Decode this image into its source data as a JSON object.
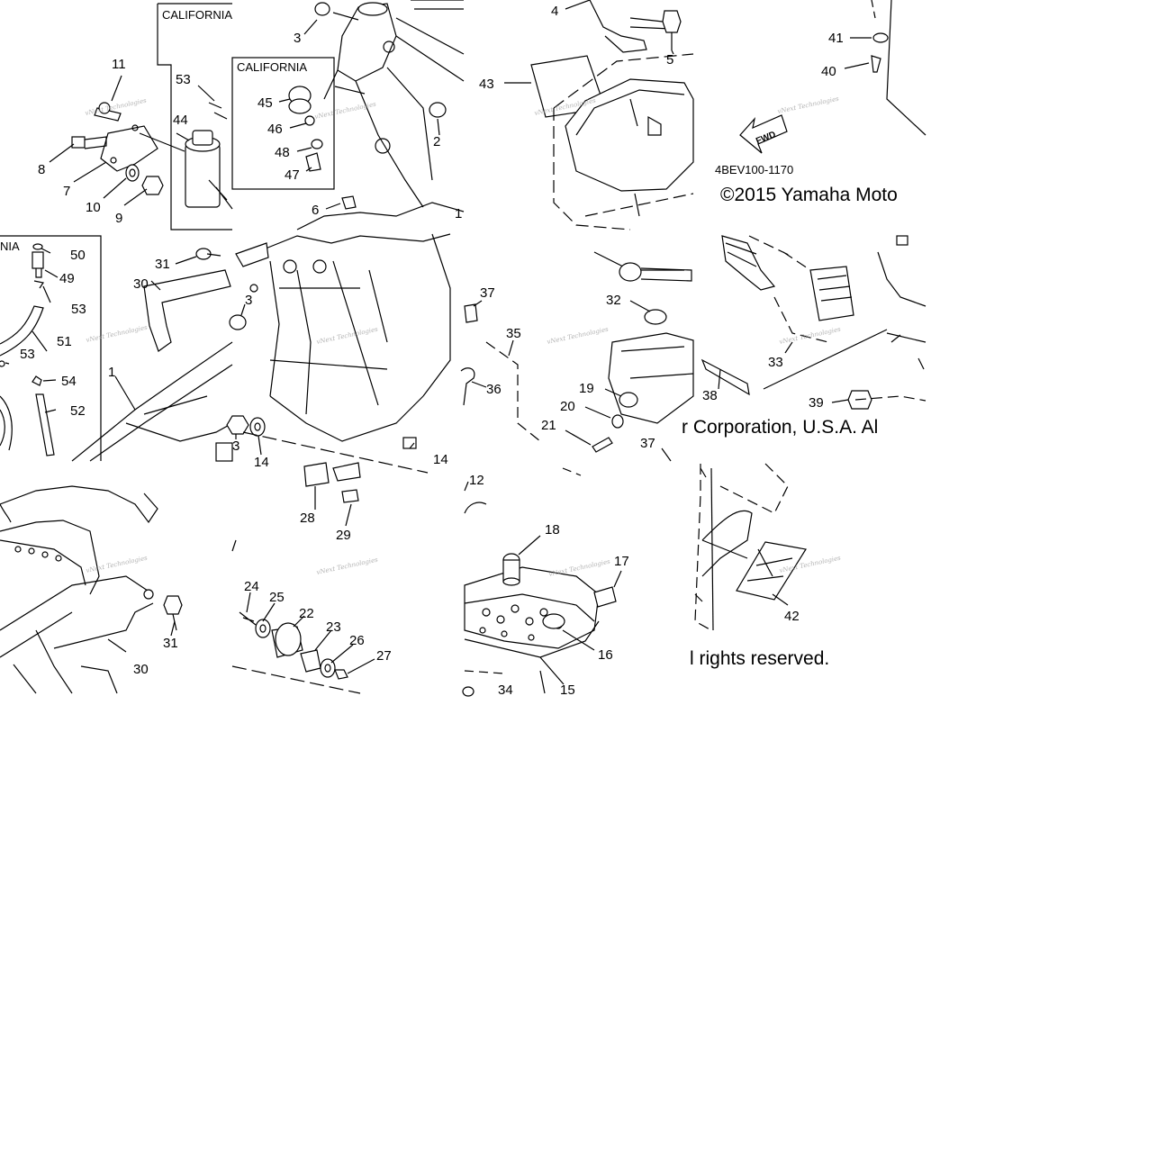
{
  "tiles": [
    {
      "id": "r0c0",
      "labels": [
        "11",
        "53",
        "44",
        "8",
        "7",
        "10",
        "9"
      ],
      "boxes": [
        {
          "title": "CALIFORNIA"
        }
      ],
      "watermark": "vNext Technologies"
    },
    {
      "id": "r0c1",
      "labels": [
        "3",
        "45",
        "46",
        "48",
        "47",
        "2",
        "6",
        "1"
      ],
      "boxes": [
        {
          "title": "CALIFORNIA"
        }
      ],
      "watermark": "vNext Technologies"
    },
    {
      "id": "r0c2",
      "labels": [
        "4",
        "5",
        "43"
      ],
      "watermark": "vNext Technologies"
    },
    {
      "id": "r0c3",
      "labels": [
        "41",
        "40"
      ],
      "fwd_label": "FWD",
      "diagram_code": "4BEV100-1170",
      "copyright": "©2015 Yamaha Moto",
      "watermark": "vNext Technologies"
    },
    {
      "id": "r1c0",
      "labels": [
        "50",
        "49",
        "53",
        "51",
        "53",
        "54",
        "52",
        "31",
        "30",
        "1"
      ],
      "boxes": [
        {
          "title": "NIA"
        }
      ],
      "watermark": "vNext Technologies"
    },
    {
      "id": "r1c1",
      "labels": [
        "3",
        "3",
        "14",
        "14"
      ],
      "watermark": "vNext Technologies"
    },
    {
      "id": "r1c2",
      "labels": [
        "37",
        "35",
        "36",
        "32",
        "19",
        "20",
        "21",
        "37"
      ],
      "watermark": "vNext Technologies"
    },
    {
      "id": "r1c3",
      "labels": [
        "33",
        "38",
        "39"
      ],
      "copyright": "r Corporation, U.S.A. Al",
      "watermark": "vNext Technologies"
    },
    {
      "id": "r2c0",
      "labels": [
        "31",
        "30"
      ],
      "watermark": "vNext Technologies"
    },
    {
      "id": "r2c1",
      "labels": [
        "28",
        "29",
        "24",
        "25",
        "22",
        "23",
        "26",
        "27"
      ],
      "watermark": "vNext Technologies"
    },
    {
      "id": "r2c2",
      "labels": [
        "12",
        "18",
        "17",
        "16",
        "15",
        "34"
      ],
      "watermark": "vNext Technologies"
    },
    {
      "id": "r2c3",
      "labels": [
        "42"
      ],
      "copyright": "l rights reserved.",
      "watermark": "vNext Technologies"
    }
  ]
}
